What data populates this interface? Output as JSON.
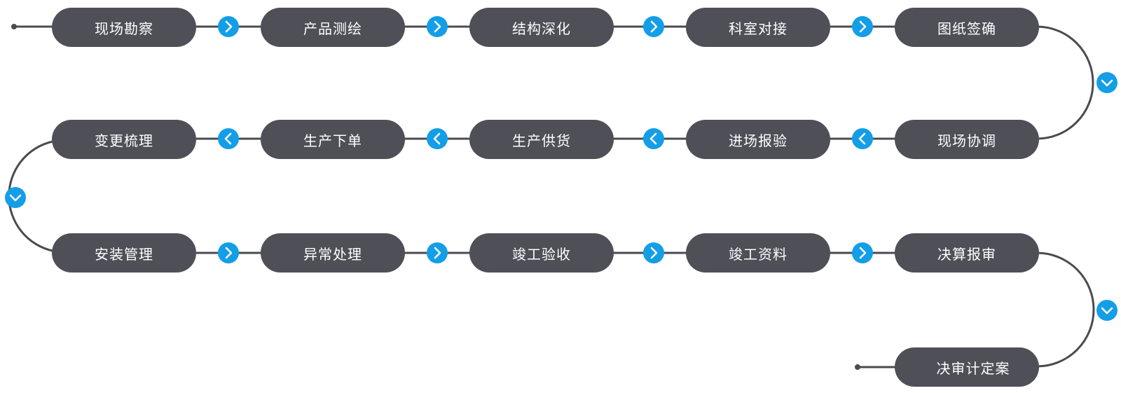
{
  "colors": {
    "pill": "#4e4f57",
    "pill_text": "#ffffff",
    "line": "#4a4b52",
    "accent": "#139ee7"
  },
  "steps": [
    {
      "label": "现场勘察"
    },
    {
      "label": "产品测绘"
    },
    {
      "label": "结构深化"
    },
    {
      "label": "科室对接"
    },
    {
      "label": "图纸签确"
    },
    {
      "label": "现场协调"
    },
    {
      "label": "进场报验"
    },
    {
      "label": "生产供货"
    },
    {
      "label": "生产下单"
    },
    {
      "label": "变更梳理"
    },
    {
      "label": "安装管理"
    },
    {
      "label": "异常处理"
    },
    {
      "label": "竣工验收"
    },
    {
      "label": "竣工资料"
    },
    {
      "label": "决算报审"
    },
    {
      "label": "决审计定案"
    }
  ],
  "arrow_icons": {
    "right": "chevron-right-icon",
    "left": "chevron-left-icon",
    "down": "chevron-down-icon"
  }
}
